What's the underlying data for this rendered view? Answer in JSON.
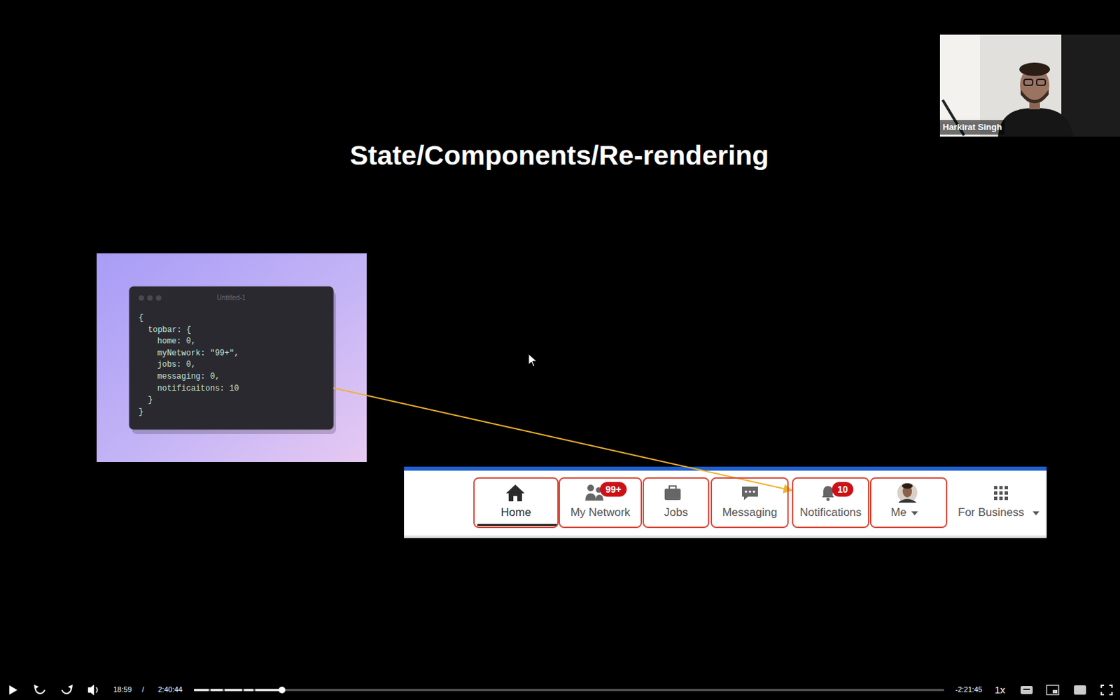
{
  "diagram": {
    "title": "State/Components/Re-rendering",
    "nodes": [
      {
        "text": [
          "Untitled-1",
          "{",
          "topbar: {",
          "home: 0,",
          "myNetwork: \"99+\",",
          "jobs: 0,",
          "messaging: 0,",
          "notificaitons: 10",
          "}",
          "}"
        ]
      },
      {
        "text": [
          "Home"
        ]
      },
      {
        "text": [
          "My Network"
        ]
      },
      {
        "text": [
          "99+"
        ],
        "in": 2
      },
      {
        "text": [
          "Jobs"
        ]
      },
      {
        "text": [
          "Messaging"
        ]
      },
      {
        "text": [
          "Notifications"
        ]
      },
      {
        "text": [
          "10"
        ],
        "in": 6
      },
      {
        "text": [
          "Me"
        ]
      }
    ],
    "edges": [
      {
        "from": 0,
        "to": 6,
        "arrow": "to"
      }
    ],
    "labels": [
      "For Business",
      "Harkirat Singh",
      "18:59",
      "/",
      "2:40:44",
      "-2:21:45",
      "1x"
    ]
  }
}
